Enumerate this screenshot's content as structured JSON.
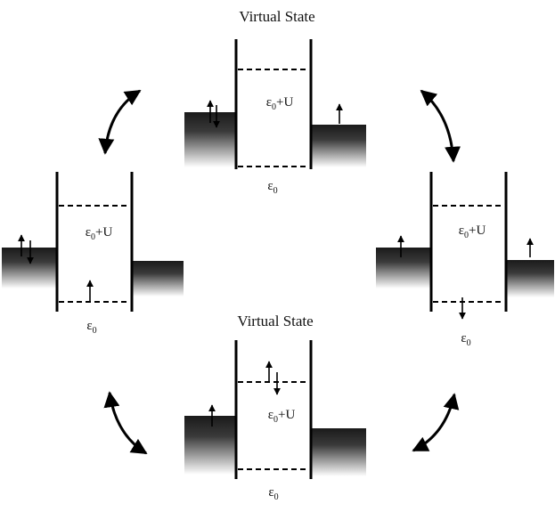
{
  "labels": {
    "virtual_state_top": "Virtual State",
    "virtual_state_bottom": "Virtual State",
    "eps_symbol": "ε",
    "eps_subscript": "0",
    "upper_suffix": "+U"
  },
  "colors": {
    "ink": "#000000",
    "lead_dark": "#1a1a1a",
    "lead_light": "#ffffff",
    "background": "#ffffff"
  },
  "icons": {
    "cycle_arrow": "curved-double-arrow-icon",
    "spin_up": "spin-up-arrow-icon",
    "spin_down": "spin-down-arrow-icon"
  }
}
